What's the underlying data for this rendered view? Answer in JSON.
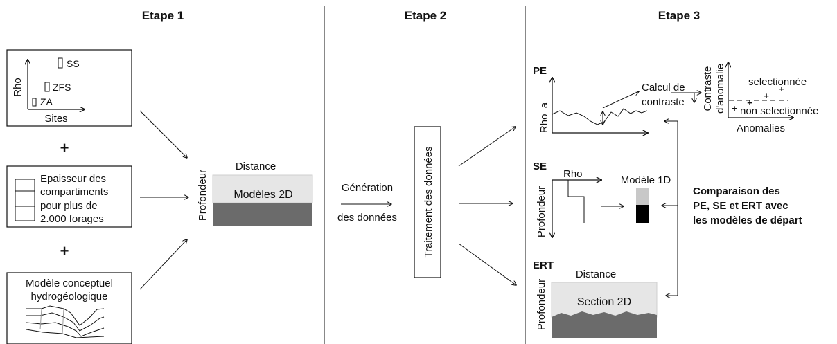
{
  "headers": {
    "etape1": "Etape 1",
    "etape2": "Etape 2",
    "etape3": "Etape 3"
  },
  "etape1": {
    "chart": {
      "ylabel": "Rho",
      "xlabel": "Sites",
      "ss": "SS",
      "zfs": "ZFS",
      "za": "ZA"
    },
    "plus": "+",
    "boreholes": {
      "line1": "Epaisseur des",
      "line2": "compartiments",
      "line3": "pour plus de",
      "line4": "2.000 forages"
    },
    "concept": {
      "line1": "Modèle conceptuel",
      "line2": "hydrogéologique"
    },
    "models2d": {
      "depth": "Profondeur",
      "distance": "Distance",
      "label": "Modèles 2D"
    }
  },
  "etape2": {
    "generation1": "Génération",
    "generation2": "des données",
    "processing": "Traitement des données"
  },
  "etape3": {
    "pe": {
      "tag": "PE",
      "ylabel": "Rho_a",
      "calc1": "Calcul de",
      "calc2": "contraste"
    },
    "contrast": {
      "ylabel1": "Contraste",
      "ylabel2": "d'anomalie",
      "xlabel": "Anomalies",
      "selected": "selectionnée",
      "not_selected": "non selectionnée",
      "plus": "+"
    },
    "se": {
      "tag": "SE",
      "depth": "Profondeur",
      "rho": "Rho",
      "model1d": "Modèle 1D"
    },
    "ert": {
      "tag": "ERT",
      "depth": "Profondeur",
      "distance": "Distance",
      "section": "Section 2D"
    },
    "comparison": {
      "line1": "Comparaison des",
      "line2": "PE, SE et ERT avec",
      "line3": "les modèles de départ"
    }
  },
  "colors": {
    "light_gray": "#e6e6e6",
    "dark_gray": "#6b6b6b",
    "model_gray": "#c8c8c8",
    "black": "#000000"
  }
}
